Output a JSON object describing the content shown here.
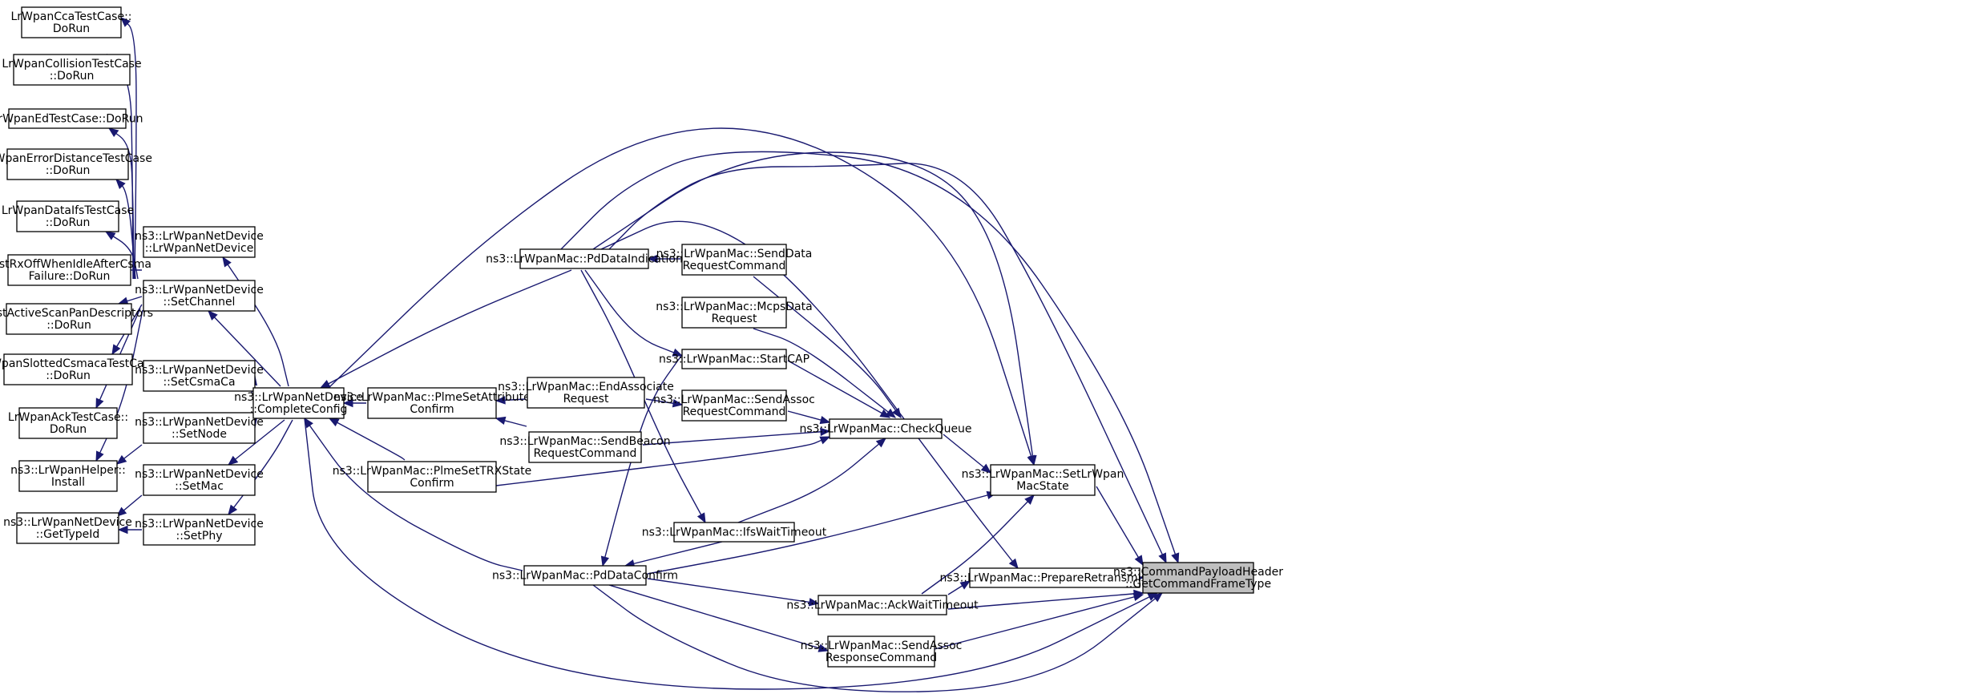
{
  "graph": {
    "title": "",
    "edge_color": "#191970",
    "focus_fill": "#bfbfbf",
    "nodes": [
      {
        "id": "n_cca",
        "lines": [
          "LrWpanCcaTestCase::",
          "DoRun"
        ]
      },
      {
        "id": "n_coll",
        "lines": [
          "LrWpanCollisionTestCase",
          "::DoRun"
        ]
      },
      {
        "id": "n_ed",
        "lines": [
          "LrWpanEdTestCase::DoRun"
        ]
      },
      {
        "id": "n_errd",
        "lines": [
          "LrWpanErrorDistanceTestCase",
          "::DoRun"
        ]
      },
      {
        "id": "n_difs",
        "lines": [
          "LrWpanDataIfsTestCase",
          "::DoRun"
        ]
      },
      {
        "id": "n_rxoff",
        "lines": [
          "TestRxOffWhenIdleAfterCsma",
          "Failure::DoRun"
        ]
      },
      {
        "id": "n_active",
        "lines": [
          "TestActiveScanPanDescriptors",
          "::DoRun"
        ]
      },
      {
        "id": "n_slotted",
        "lines": [
          "LrWpanSlottedCsmacaTestCase",
          "::DoRun"
        ]
      },
      {
        "id": "n_ack",
        "lines": [
          "LrWpanAckTestCase::",
          "DoRun"
        ]
      },
      {
        "id": "n_helper",
        "lines": [
          "ns3::LrWpanHelper::",
          "Install"
        ]
      },
      {
        "id": "n_gettype",
        "lines": [
          "ns3::LrWpanNetDevice",
          "::GetTypeId"
        ]
      },
      {
        "id": "n_ctor",
        "lines": [
          "ns3::LrWpanNetDevice",
          "::LrWpanNetDevice"
        ]
      },
      {
        "id": "n_setchan",
        "lines": [
          "ns3::LrWpanNetDevice",
          "::SetChannel"
        ]
      },
      {
        "id": "n_setcsma",
        "lines": [
          "ns3::LrWpanNetDevice",
          "::SetCsmaCa"
        ]
      },
      {
        "id": "n_setnode",
        "lines": [
          "ns3::LrWpanNetDevice",
          "::SetNode"
        ]
      },
      {
        "id": "n_setmac",
        "lines": [
          "ns3::LrWpanNetDevice",
          "::SetMac"
        ]
      },
      {
        "id": "n_setphy",
        "lines": [
          "ns3::LrWpanNetDevice",
          "::SetPhy"
        ]
      },
      {
        "id": "n_complete",
        "lines": [
          "ns3::LrWpanNetDevice",
          "::CompleteConfig"
        ]
      },
      {
        "id": "n_plmeattr",
        "lines": [
          "ns3::LrWpanMac::PlmeSetAttribute",
          "Confirm"
        ]
      },
      {
        "id": "n_plmetrx",
        "lines": [
          "ns3::LrWpanMac::PlmeSetTRXState",
          "Confirm"
        ]
      },
      {
        "id": "n_pdind",
        "lines": [
          "ns3::LrWpanMac::PdDataIndication"
        ]
      },
      {
        "id": "n_pdconf",
        "lines": [
          "ns3::LrWpanMac::PdDataConfirm"
        ]
      },
      {
        "id": "n_endassoc",
        "lines": [
          "ns3::LrWpanMac::EndAssociate",
          "Request"
        ]
      },
      {
        "id": "n_sendbeacon",
        "lines": [
          "ns3::LrWpanMac::SendBeacon",
          "RequestCommand"
        ]
      },
      {
        "id": "n_senddata",
        "lines": [
          "ns3::LrWpanMac::SendData",
          "RequestCommand"
        ]
      },
      {
        "id": "n_mcps",
        "lines": [
          "ns3::LrWpanMac::McpsData",
          "Request"
        ]
      },
      {
        "id": "n_startcap",
        "lines": [
          "ns3::LrWpanMac::StartCAP"
        ]
      },
      {
        "id": "n_sendassocreq",
        "lines": [
          "ns3::LrWpanMac::SendAssoc",
          "RequestCommand"
        ]
      },
      {
        "id": "n_ifs",
        "lines": [
          "ns3::LrWpanMac::IfsWaitTimeout"
        ]
      },
      {
        "id": "n_checkq",
        "lines": [
          "ns3::LrWpanMac::CheckQueue"
        ]
      },
      {
        "id": "n_acktimeout",
        "lines": [
          "ns3::LrWpanMac::AckWaitTimeout"
        ]
      },
      {
        "id": "n_sendassocresp",
        "lines": [
          "ns3::LrWpanMac::SendAssoc",
          "ResponseCommand"
        ]
      },
      {
        "id": "n_setstate",
        "lines": [
          "ns3::LrWpanMac::SetLrWpan",
          "MacState"
        ]
      },
      {
        "id": "n_prepare",
        "lines": [
          "ns3::LrWpanMac::PrepareRetransmission"
        ]
      },
      {
        "id": "n_target",
        "lines": [
          "ns3::CommandPayloadHeader",
          "::GetCommandFrameType"
        ],
        "focus": true
      }
    ]
  }
}
